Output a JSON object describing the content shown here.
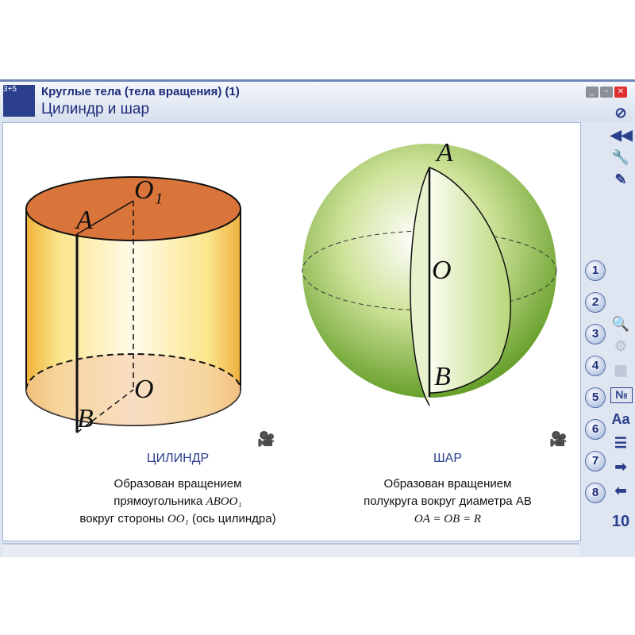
{
  "window": {
    "title": "Круглые тела (тела вращения) (1)",
    "subtitle": "Цилиндр и шар",
    "app_icon_text": "3+5"
  },
  "cylinder": {
    "caption": "ЦИЛИНДР",
    "desc_line1": "Образован вращением",
    "desc_line2": "прямоугольника",
    "desc_math2": "ABOO₁",
    "desc_line3a": "вокруг стороны",
    "desc_math3": "OO₁",
    "desc_line3b": "(ось цилиндра)",
    "labels": {
      "O1": "O₁",
      "A": "A",
      "O": "O",
      "B": "B"
    }
  },
  "sphere": {
    "caption": "ШАР",
    "desc_line1": "Образован вращением",
    "desc_line2": "полукруга вокруг диаметра AB",
    "desc_math": "OA = OB = R",
    "labels": {
      "A": "A",
      "O": "O",
      "B": "B"
    }
  },
  "sidebar": {
    "numbers": [
      "1",
      "2",
      "3",
      "4",
      "5",
      "6",
      "7",
      "8"
    ],
    "tools": [
      "№",
      "Aa",
      "10"
    ]
  },
  "colors": {
    "accent": "#2b3f8c",
    "cyl_top": "#d9743a",
    "sphere": "#7fb23a"
  }
}
